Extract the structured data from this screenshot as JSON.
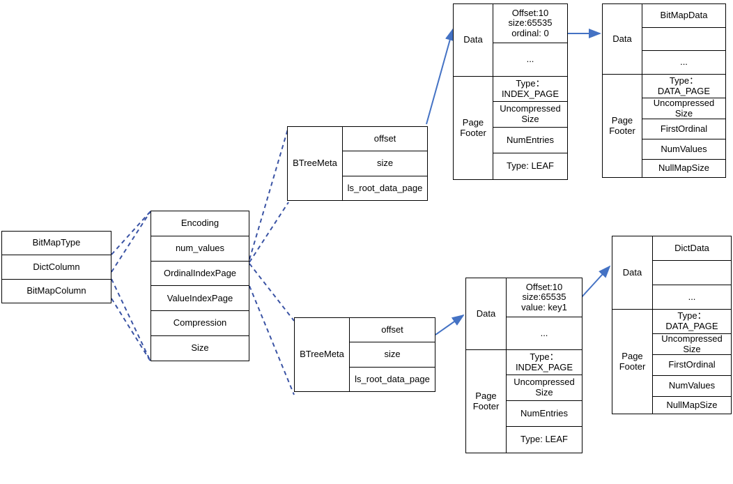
{
  "diagram": {
    "title": "Column storage page layout diagram",
    "colors": {
      "line": "#000000",
      "arrow": "#4472c4",
      "dashed": "#3a53a4",
      "background": "#ffffff"
    }
  },
  "column_types": {
    "name": "column-types-box",
    "rows": [
      {
        "label": "BitMapType"
      },
      {
        "label": "DictColumn"
      },
      {
        "label": "BitMapColumn"
      }
    ]
  },
  "column_meta": {
    "name": "column-meta-box",
    "rows": [
      {
        "label": "Encoding"
      },
      {
        "label": "num_values"
      },
      {
        "label": "OrdinalIndexPage"
      },
      {
        "label": "ValueIndexPage"
      },
      {
        "label": "Compression"
      },
      {
        "label": "Size"
      }
    ]
  },
  "btree_meta_top": {
    "side_label": "BTreeMeta",
    "rows": [
      {
        "label": "offset"
      },
      {
        "label": "size"
      },
      {
        "label": "ls_root_data_page"
      }
    ]
  },
  "btree_meta_bottom": {
    "side_label": "BTreeMeta",
    "rows": [
      {
        "label": "offset"
      },
      {
        "label": "size"
      },
      {
        "label": "ls_root_data_page"
      }
    ]
  },
  "index_page_top": {
    "data_label": "Data",
    "footer_label": "Page\nFooter",
    "data_rows": [
      {
        "label": "Offset:10\nsize:65535\nordinal: 0"
      },
      {
        "label": "..."
      }
    ],
    "footer_rows": [
      {
        "label": "Type：\nINDEX_PAGE"
      },
      {
        "label": "Uncompressed\nSize"
      },
      {
        "label": "NumEntries"
      },
      {
        "label": "Type: LEAF"
      }
    ]
  },
  "index_page_bottom": {
    "data_label": "Data",
    "footer_label": "Page\nFooter",
    "data_rows": [
      {
        "label": "Offset:10\nsize:65535\nvalue: key1"
      },
      {
        "label": "..."
      }
    ],
    "footer_rows": [
      {
        "label": "Type：\nINDEX_PAGE"
      },
      {
        "label": "Uncompressed\nSize"
      },
      {
        "label": "NumEntries"
      },
      {
        "label": "Type: LEAF"
      }
    ]
  },
  "data_page_top": {
    "data_label": "Data",
    "footer_label": "Page\nFooter",
    "data_rows": [
      {
        "label": "BitMapData"
      },
      {
        "label": ""
      },
      {
        "label": "..."
      }
    ],
    "footer_rows": [
      {
        "label": "Type：\nDATA_PAGE"
      },
      {
        "label": "Uncompressed\nSize"
      },
      {
        "label": "FirstOrdinal"
      },
      {
        "label": "NumValues"
      },
      {
        "label": "NullMapSize"
      }
    ]
  },
  "data_page_bottom": {
    "data_label": "Data",
    "footer_label": "Page\nFooter",
    "data_rows": [
      {
        "label": "DictData"
      },
      {
        "label": ""
      },
      {
        "label": "..."
      }
    ],
    "footer_rows": [
      {
        "label": "Type：\nDATA_PAGE"
      },
      {
        "label": "Uncompressed\nSize"
      },
      {
        "label": "FirstOrdinal"
      },
      {
        "label": "NumValues"
      },
      {
        "label": "NullMapSize"
      }
    ]
  },
  "connectors": {
    "dashed": [
      {
        "name": "bitmaptype-to-encoding"
      },
      {
        "name": "dictcolumn-to-encoding"
      },
      {
        "name": "bitmapcolumn-to-encoding"
      },
      {
        "name": "ordinalindexpage-to-btreemeta-top"
      },
      {
        "name": "valueindexpage-to-btreemeta-bottom"
      }
    ],
    "solid": [
      {
        "name": "btreemeta-top-to-index-page-top"
      },
      {
        "name": "index-page-top-to-data-page-top"
      },
      {
        "name": "btreemeta-bottom-to-index-page-bottom"
      },
      {
        "name": "index-page-bottom-to-data-page-bottom"
      }
    ]
  }
}
